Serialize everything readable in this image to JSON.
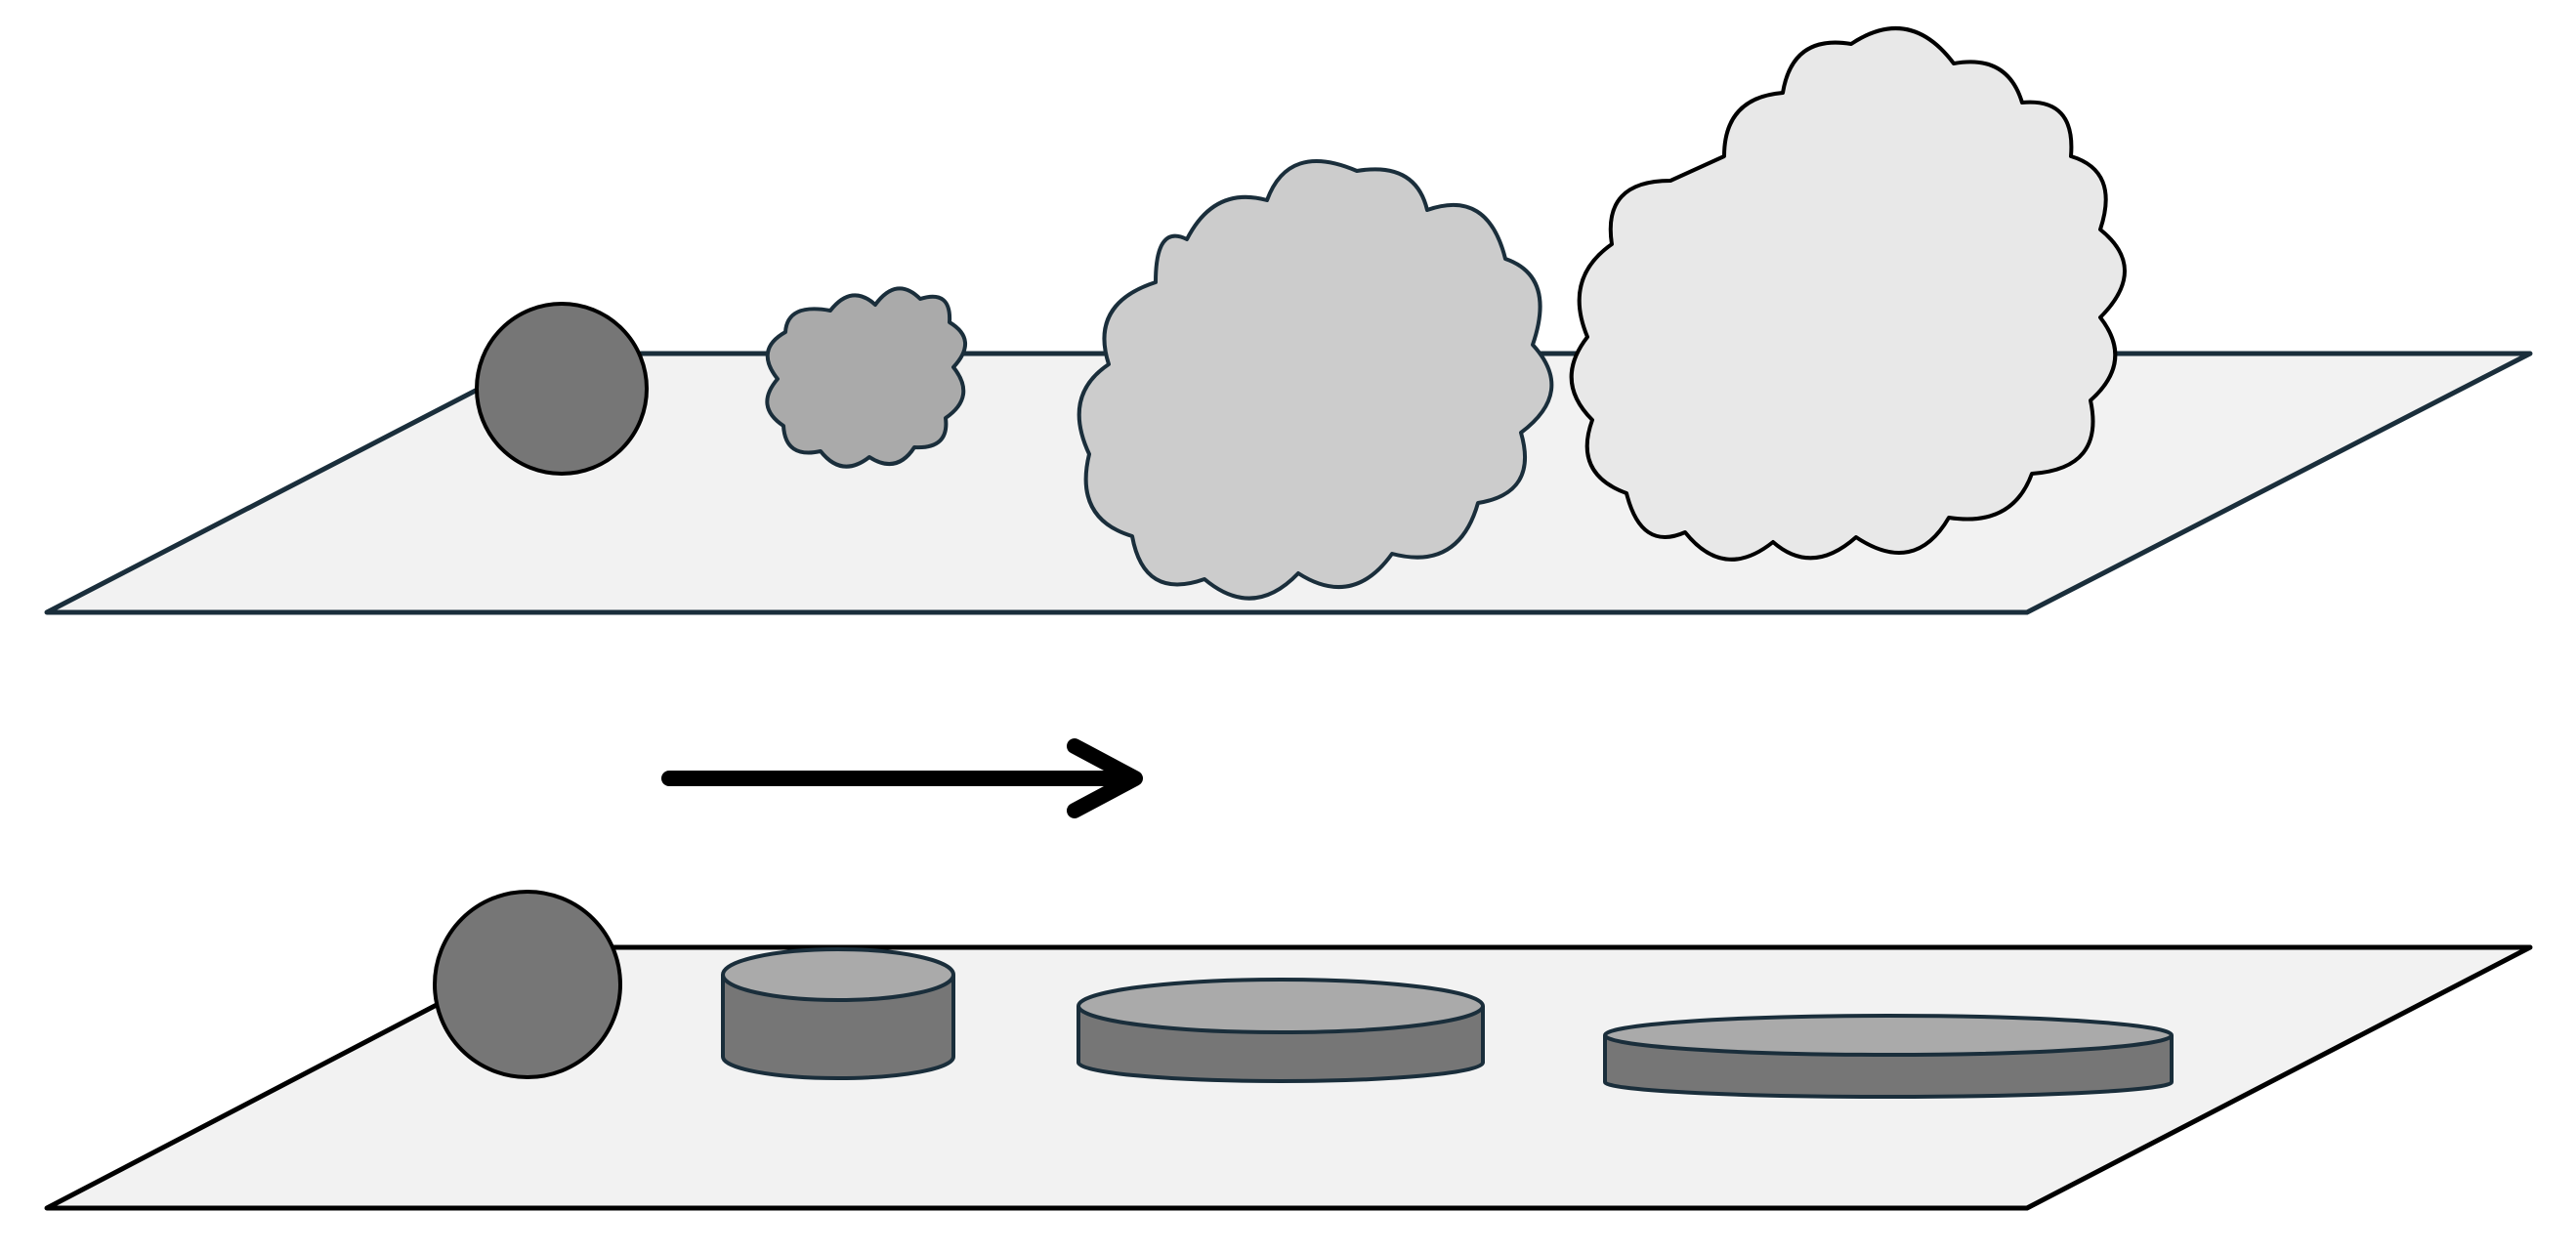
{
  "diagram": {
    "description_free": true,
    "colors": {
      "background": "#ffffff",
      "plane_fill": "#f2f2f2",
      "plane_stroke_top": "#1a2e3b",
      "plane_stroke_bottom": "#000000",
      "sphere_fill": "#767676",
      "cloud_small_fill": "#aaaaaa",
      "cloud_medium_fill": "#cccccc",
      "cloud_large_fill": "#e8e8e8",
      "disk_side_fill": "#767676",
      "disk_top_fill": "#aaaaaa",
      "arrow": "#000000"
    },
    "top_row": {
      "items": [
        "sphere",
        "cloud-small",
        "cloud-medium",
        "cloud-large"
      ]
    },
    "bottom_row": {
      "items": [
        "sphere",
        "disk-small",
        "disk-medium",
        "disk-large"
      ]
    },
    "arrow_direction": "right"
  }
}
